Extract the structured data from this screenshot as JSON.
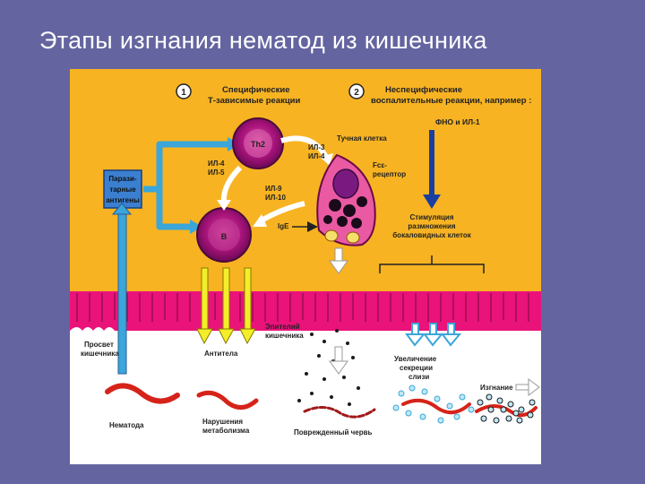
{
  "slide": {
    "title": "Этапы изгнания нематод из кишечника"
  },
  "figure": {
    "step1": {
      "number": "1",
      "line1": "Специфические",
      "line2": "Т-зависимые реакции"
    },
    "step2": {
      "number": "2",
      "line1": "Неспецифические",
      "line2": "воспалительные реакции, например :"
    },
    "parasite_antigens": [
      "Парази-",
      "тарные",
      "антигены"
    ],
    "th_cell": "Th2",
    "b_cell": "B",
    "il4_il5": [
      "ИЛ-4",
      "ИЛ-5"
    ],
    "il3_il4": [
      "ИЛ-3",
      "ИЛ-4"
    ],
    "il9_il10": [
      "ИЛ-9",
      "ИЛ-10"
    ],
    "mast_cell": "Тучная клетка",
    "fce_receptor": [
      "Fcε-",
      "рецептор"
    ],
    "ige": "IgE",
    "tnf_il1": "ФНО и ИЛ-1",
    "goblet_stimulation": [
      "Стимуляция",
      "размножения",
      "бокаловидных клеток"
    ],
    "epithelium": [
      "Эпителий",
      "кишечника"
    ],
    "lumen": [
      "Просвет",
      "кишечника"
    ],
    "antibodies": "Антитела",
    "mucus": [
      "Увеличение",
      "секреции",
      "слизи"
    ],
    "expulsion": "Изгнание",
    "nematode": "Нематода",
    "metabolism": [
      "Нарушения",
      "метаболизма"
    ],
    "damaged_worm": "Поврежденный червь"
  },
  "colors": {
    "yellow_bg": "#f7b322",
    "pink_epithelium": "#e9137a",
    "worm": "#d6231a",
    "blue_arrow": "#3aa6d9",
    "yellow_arrow": "#f4ee2a",
    "cell_purple": "#b0107e"
  }
}
